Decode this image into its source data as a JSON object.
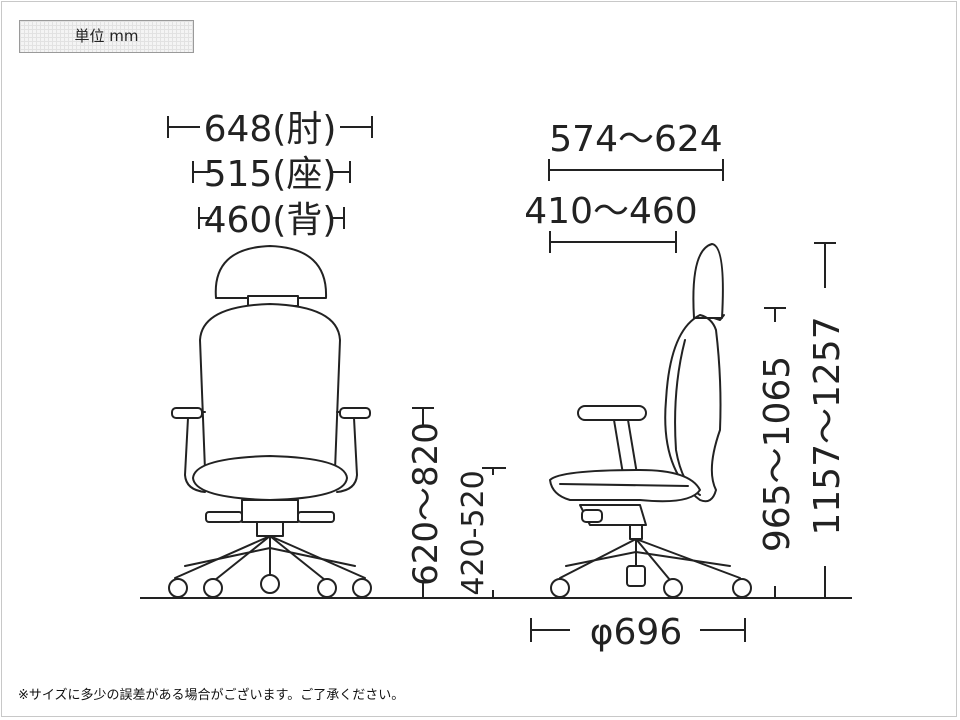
{
  "unit_label": "単位 mm",
  "front_view": {
    "arm_width": "648(肘)",
    "seat_width": "515(座)",
    "back_width": "460(背)",
    "armrest_height": "620～820",
    "seat_height": "420-520"
  },
  "side_view": {
    "overall_depth": "574～624",
    "seat_depth": "410～460",
    "back_height": "965～1065",
    "overall_height": "1157～1257",
    "base_diameter": "φ696"
  },
  "footnote": "※サイズに多少の誤差がある場合がございます。ご了承ください。"
}
